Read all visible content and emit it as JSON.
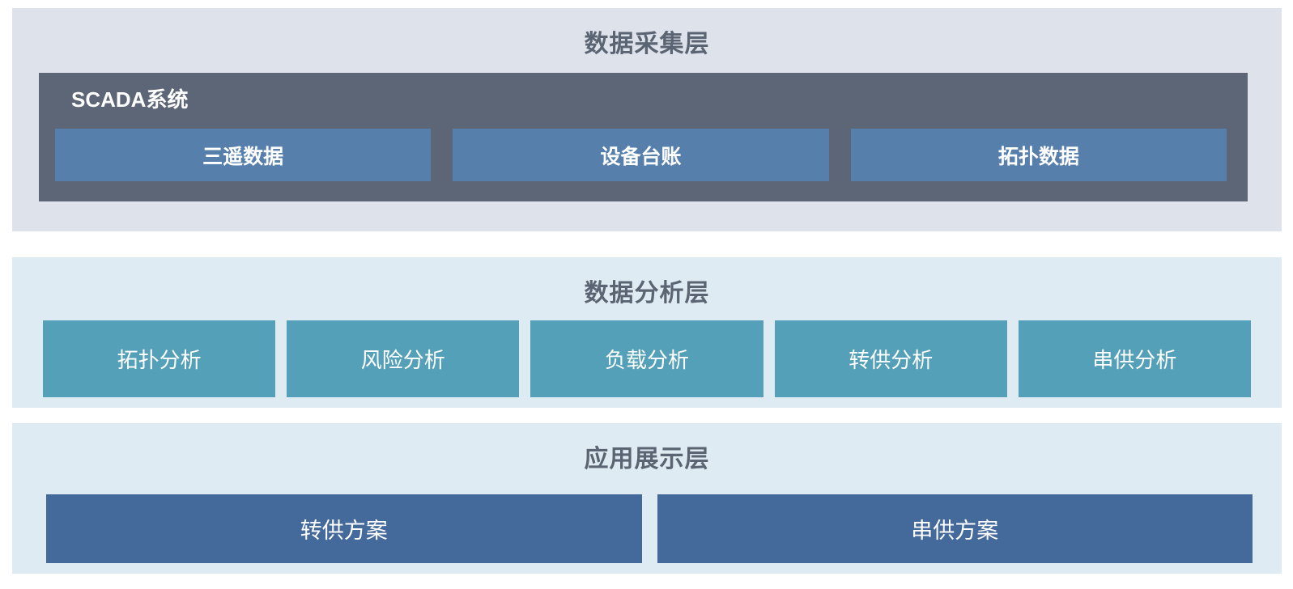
{
  "diagram": {
    "layers": [
      {
        "title": "数据采集层",
        "scada": {
          "label": "SCADA系统",
          "boxes": [
            "三遥数据",
            "设备台账",
            "拓扑数据"
          ]
        }
      },
      {
        "title": "数据分析层",
        "boxes": [
          "拓扑分析",
          "风险分析",
          "负载分析",
          "转供分析",
          "串供分析"
        ]
      },
      {
        "title": "应用展示层",
        "boxes": [
          "转供方案",
          "串供方案"
        ]
      }
    ],
    "colors": {
      "layer1_bg": "#dee2eb",
      "scada_bg": "#5c6677",
      "blue_box_bg": "#567fac",
      "layer23_bg": "#dfebf2",
      "teal_box_bg": "#54a0b8",
      "navy_box_bg": "#44699b",
      "title_color": "#5b6472",
      "box_text_color": "#ffffff"
    }
  }
}
